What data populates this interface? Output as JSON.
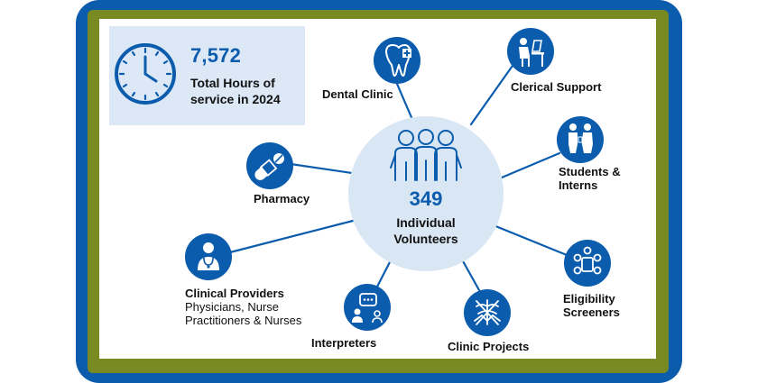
{
  "colors": {
    "brand_blue": "#0b5cad",
    "frame_green": "#7a8a23",
    "hub_fill": "#d9e6f4",
    "stat_box": "#dce8f6"
  },
  "stat": {
    "number": "7,572",
    "label": "Total Hours of service in 2024",
    "icon": "clock-icon"
  },
  "center": {
    "number": "349",
    "label": "Individual Volunteers",
    "icon": "volunteers-group-icon"
  },
  "categories": [
    {
      "id": "dental",
      "label": "Dental Clinic",
      "icon": "tooth-icon"
    },
    {
      "id": "clerical",
      "label": "Clerical Support",
      "icon": "desk-worker-icon"
    },
    {
      "id": "students",
      "label": "Students & Interns",
      "icon": "student-icon"
    },
    {
      "id": "eligibility",
      "label": "Eligibility Screeners",
      "icon": "meeting-table-icon"
    },
    {
      "id": "projects",
      "label": "Clinic Projects",
      "icon": "helping-hands-icon"
    },
    {
      "id": "interpreters",
      "label": "Interpreters",
      "icon": "speech-bubble-icon"
    },
    {
      "id": "providers",
      "label": "Clinical Providers",
      "detail": "Physicians, Nurse Practitioners & Nurses",
      "icon": "doctor-icon"
    },
    {
      "id": "pharmacy",
      "label": "Pharmacy",
      "icon": "pill-icon"
    }
  ]
}
